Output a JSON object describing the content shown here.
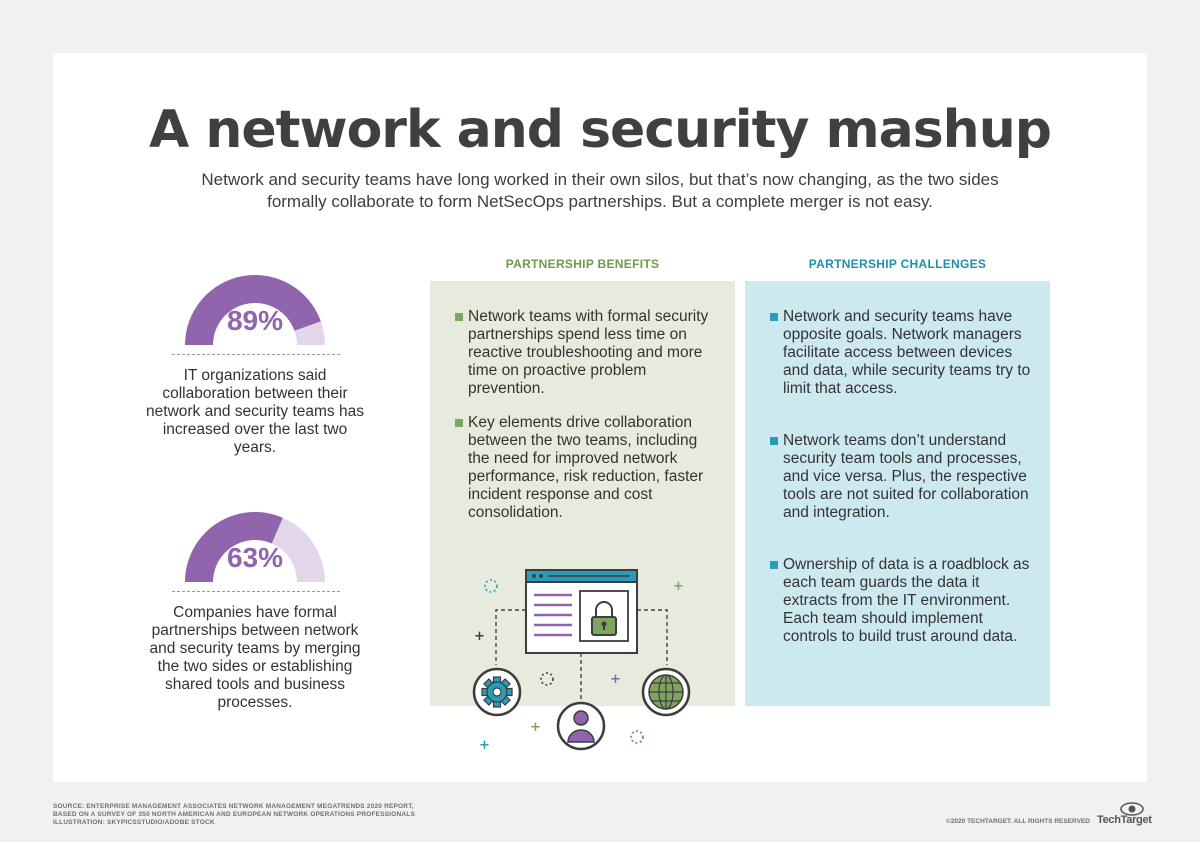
{
  "header": {
    "title": "A network and security mashup",
    "subtitle": "Network and security teams have long worked in their own silos, but that’s now changing, as the two sides formally collaborate to form NetSecOps partnerships. But a complete merger is not easy."
  },
  "stats": [
    {
      "value": "89%",
      "fraction": 0.89,
      "text": "IT organizations said collaboration between their network and security teams has increased over the last two years."
    },
    {
      "value": "63%",
      "fraction": 0.63,
      "text": "Companies have formal partnerships between network and security teams by merging the two sides or establishing shared tools and business processes."
    }
  ],
  "benefits": {
    "heading": "PARTNERSHIP BENEFITS",
    "items": [
      "Network teams with formal security partnerships spend less time on reactive troubleshooting and more time on proactive problem prevention.",
      "Key elements drive collaboration between the two teams, including the need for improved network performance, risk reduction, faster incident response and cost consolidation."
    ]
  },
  "challenges": {
    "heading": "PARTNERSHIP CHALLENGES",
    "items": [
      "Network and security teams have opposite goals. Network managers facilitate access between devices and data, while security teams try to limit that access.",
      "Network teams don’t understand security team tools and processes, and vice versa. Plus, the respective tools are not suited for collaboration and integration.",
      "Ownership of data is a roadblock as each team guards the data it extracts from the IT environment. Each team should implement controls to build trust around data."
    ]
  },
  "footer": {
    "source_line1": "SOURCE: ENTERPRISE MANAGEMENT ASSOCIATES NETWORK MANAGEMENT MEGATRENDS 2020 REPORT,",
    "source_line2": "BASED ON A SURVEY OF 350 NORTH AMERICAN AND EUROPEAN NETWORK OPERATIONS PROFESSIONALS",
    "source_line3": "ILLUSTRATION: SKYPICSSTUDIO/ADOBE STOCK",
    "copyright": "©2020 TECHTARGET. ALL RIGHTS RESERVED",
    "brand": "TechTarget"
  },
  "colors": {
    "purple": "#9165ad",
    "purple_light": "#e4d6ea",
    "green_heading": "#6e9a4a",
    "blue_heading": "#1f8fae",
    "green_panel": "#e6ebdd",
    "blue_panel": "#cde9f0"
  },
  "icons": [
    "gear-icon",
    "user-icon",
    "globe-icon",
    "padlock-icon",
    "browser-window-icon",
    "plus-icon",
    "dotted-circle-icon"
  ]
}
